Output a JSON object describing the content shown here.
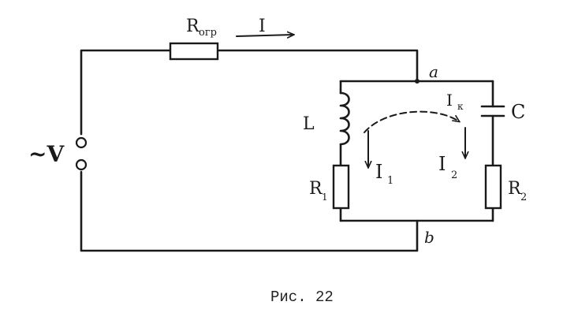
{
  "diagram": {
    "labels": {
      "source": "~V",
      "r_limit_main": "R",
      "r_limit_sub": "огр",
      "current_main": "I",
      "node_top": "a",
      "node_bottom": "b",
      "inductor": "L",
      "capacitor": "C",
      "r1_main": "R",
      "r1_sub": "1",
      "r2_main": "R",
      "r2_sub": "2",
      "current_1_main": "I",
      "current_1_sub": "1",
      "current_2_main": "I",
      "current_2_sub": "2",
      "current_k_main": "I",
      "current_k_sub": "к"
    },
    "caption": "Рис. 22",
    "stroke_color": "#1a1a1a"
  }
}
